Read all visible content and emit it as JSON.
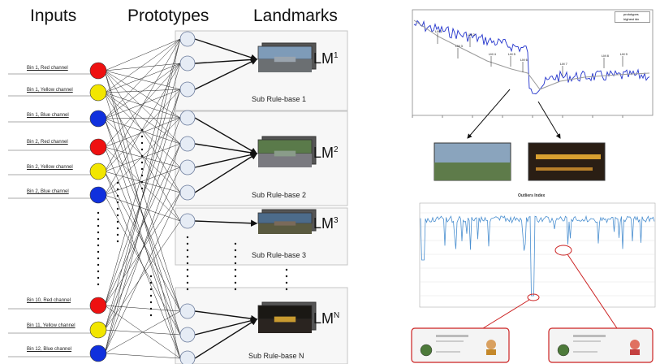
{
  "headers": {
    "inputs": "Inputs",
    "prototypes": "Prototypes",
    "landmarks": "Landmarks"
  },
  "input_nodes": [
    {
      "label": "Bin 1, Red channel",
      "color": "#ee1111"
    },
    {
      "label": "Bin 1, Yellow channel",
      "color": "#f2e600"
    },
    {
      "label": "Bin 1, Blue channel",
      "color": "#1030dd"
    },
    {
      "label": "Bin 2, Red channel",
      "color": "#ee1111"
    },
    {
      "label": "Bin 2, Yellow channel",
      "color": "#f2e600"
    },
    {
      "label": "Bin 2, Blue channel",
      "color": "#1030dd"
    },
    {
      "label": "Bin 10, Red channel",
      "color": "#ee1111"
    },
    {
      "label": "Bin 11, Yellow channel",
      "color": "#f2e600"
    },
    {
      "label": "Bin 12, Blue channel",
      "color": "#1030dd"
    }
  ],
  "landmarks": [
    {
      "name": "LM",
      "sup": "1",
      "subrule": "Sub Rule-base 1"
    },
    {
      "name": "LM",
      "sup": "2",
      "subrule": "Sub Rule-base 2"
    },
    {
      "name": "LM",
      "sup": "3",
      "subrule": "Sub Rule-base 3"
    },
    {
      "name": "LM",
      "sup": "N",
      "subrule": "Sub Rule-base N"
    }
  ],
  "top_chart": {
    "legend": [
      "prototypes",
      "highest idx"
    ],
    "markers": [
      "LM 1",
      "LM 2",
      "LM 3",
      "LM 4",
      "LM 5",
      "LM 6",
      "LM 7",
      "LM 8",
      "LM 9"
    ]
  },
  "bottom_chart": {
    "title": "Outliers Index"
  },
  "colors": {
    "node_red": "#ee1111",
    "node_yellow": "#f2e600",
    "node_blue": "#1030dd",
    "series_blue": "#2233cc",
    "series_gray": "#9a9a9a",
    "bottom_line": "#4a8fd0",
    "callout_red": "#cc2222"
  }
}
